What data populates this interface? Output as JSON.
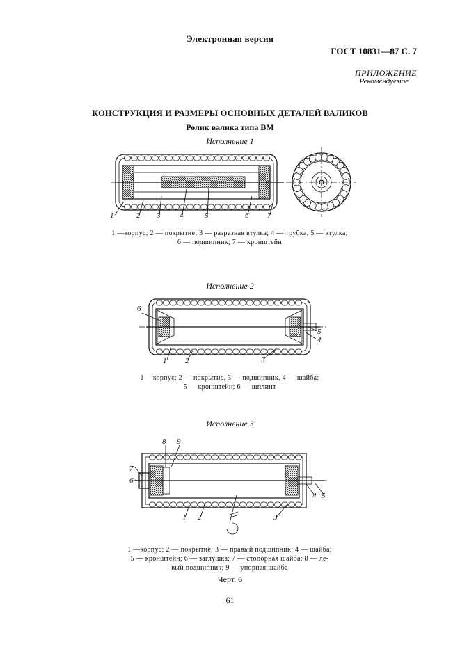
{
  "header": {
    "version_label": "Электронная версия",
    "standard_ref": "ГОСТ 10831—87 С. 7"
  },
  "appendix": {
    "label": "ПРИЛОЖЕНИЕ",
    "status": "Рекомендуемое"
  },
  "section": {
    "title": "КОНСТРУКЦИЯ И РАЗМЕРЫ ОСНОВНЫХ ДЕТАЛЕЙ ВАЛИКОВ",
    "subtitle": "Ролик валика типа ВМ"
  },
  "variants": [
    {
      "title": "Исполнение 1",
      "callouts": [
        "1",
        "2",
        "3",
        "4",
        "5",
        "6",
        "7"
      ],
      "legend_lines": [
        "1 —корпус;  2 — покрытие;  3 — разрезная  втулка;  4 — трубка,  5 — втулка;",
        "6 — подшипник;  7 — кронштейн"
      ]
    },
    {
      "title": "Исполнение 2",
      "callouts": [
        "6",
        "5",
        "4",
        "1",
        "2",
        "3"
      ],
      "legend_lines": [
        "1 —корпус;  2 — покрытие,  3 — подшипник,  4 — шайба;",
        "5 — кронштейн;  6 — шплинт"
      ]
    },
    {
      "title": "Исполнение 3",
      "callouts": [
        "8",
        "9",
        "7",
        "6",
        "4",
        "5",
        "1",
        "2",
        "3"
      ],
      "legend_lines": [
        "1 —корпус;  2 — покрытие;  3 — правый подшипник;  4 — шайба;",
        "5 — кронштейн;  6 — заглушка;  7 — стопорная шайба; 8 — ле-",
        "вый подшипник;  9 — упорная шайба"
      ]
    }
  ],
  "footer": {
    "figure_label": "Черт. 6",
    "page_number": "61"
  }
}
